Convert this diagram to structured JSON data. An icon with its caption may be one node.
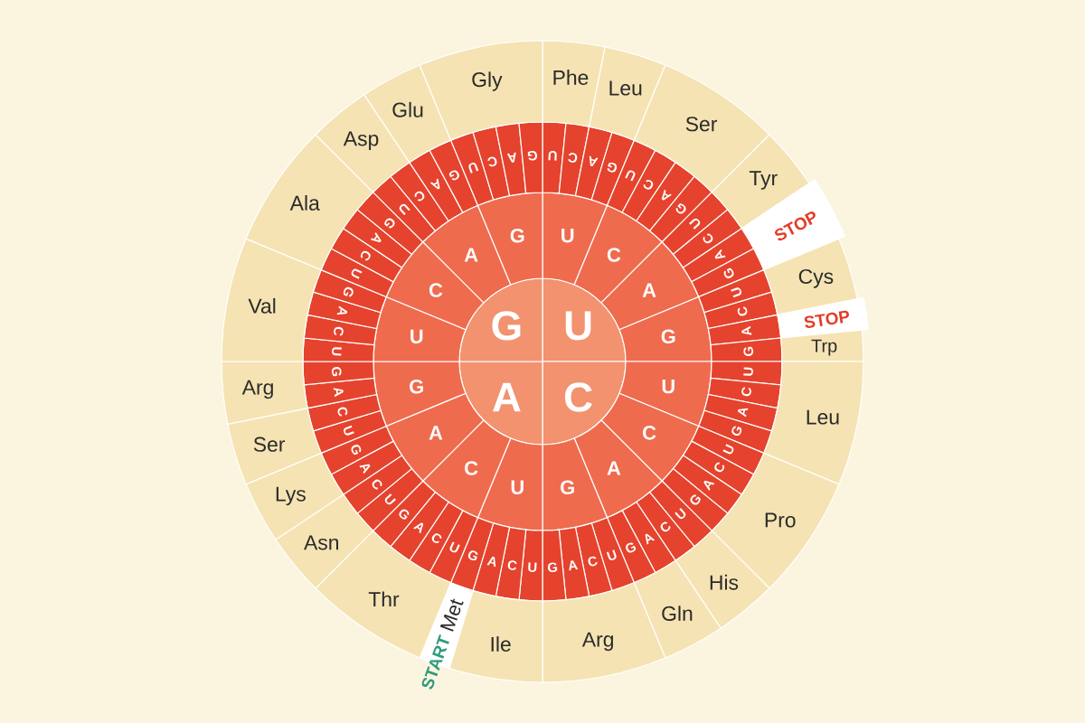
{
  "diagram": {
    "nodes": [
      {
        "text": [
          "U"
        ]
      },
      {
        "text": [
          "C"
        ]
      },
      {
        "text": [
          "A"
        ]
      },
      {
        "text": [
          "G"
        ]
      },
      {
        "text": [
          "U"
        ]
      },
      {
        "text": [
          "C"
        ]
      },
      {
        "text": [
          "A"
        ]
      },
      {
        "text": [
          "G"
        ]
      },
      {
        "text": [
          "U"
        ]
      },
      {
        "text": [
          "C"
        ]
      },
      {
        "text": [
          "A"
        ]
      },
      {
        "text": [
          "G"
        ]
      },
      {
        "text": [
          "U"
        ]
      },
      {
        "text": [
          "C"
        ]
      },
      {
        "text": [
          "A"
        ]
      },
      {
        "text": [
          "G"
        ]
      },
      {
        "text": [
          "U"
        ]
      },
      {
        "text": [
          "C"
        ]
      },
      {
        "text": [
          "A"
        ]
      },
      {
        "text": [
          "G"
        ]
      },
      {
        "text": [
          "U"
        ]
      },
      {
        "text": [
          "C"
        ]
      },
      {
        "text": [
          "A"
        ]
      },
      {
        "text": [
          "G"
        ]
      },
      {
        "text": [
          "U"
        ]
      },
      {
        "text": [
          "C"
        ]
      },
      {
        "text": [
          "A"
        ]
      },
      {
        "text": [
          "G"
        ]
      },
      {
        "text": [
          "U"
        ]
      },
      {
        "text": [
          "C"
        ]
      },
      {
        "text": [
          "A"
        ]
      },
      {
        "text": [
          "G"
        ]
      },
      {
        "text": [
          "U"
        ]
      },
      {
        "text": [
          "C"
        ]
      },
      {
        "text": [
          "A"
        ]
      },
      {
        "text": [
          "G"
        ]
      },
      {
        "text": [
          "U"
        ]
      },
      {
        "text": [
          "C"
        ]
      },
      {
        "text": [
          "A"
        ]
      },
      {
        "text": [
          "G"
        ]
      },
      {
        "text": [
          "U"
        ]
      },
      {
        "text": [
          "C"
        ]
      },
      {
        "text": [
          "A"
        ]
      },
      {
        "text": [
          "G"
        ]
      },
      {
        "text": [
          "U"
        ]
      },
      {
        "text": [
          "C"
        ]
      },
      {
        "text": [
          "A"
        ]
      },
      {
        "text": [
          "G"
        ]
      },
      {
        "text": [
          "U"
        ]
      },
      {
        "text": [
          "C"
        ]
      },
      {
        "text": [
          "A"
        ]
      },
      {
        "text": [
          "G"
        ]
      },
      {
        "text": [
          "U"
        ]
      },
      {
        "text": [
          "C"
        ]
      },
      {
        "text": [
          "A"
        ]
      },
      {
        "text": [
          "G"
        ]
      },
      {
        "text": [
          "U"
        ]
      },
      {
        "text": [
          "C"
        ]
      },
      {
        "text": [
          "A"
        ]
      },
      {
        "text": [
          "G"
        ]
      },
      {
        "text": [
          "U"
        ]
      },
      {
        "text": [
          "C"
        ]
      },
      {
        "text": [
          "A"
        ]
      },
      {
        "text": [
          "G"
        ]
      },
      {
        "text": [
          "U"
        ]
      },
      {
        "text": [
          "C"
        ]
      },
      {
        "text": [
          "A"
        ]
      },
      {
        "text": [
          "G"
        ]
      },
      {
        "text": [
          "U"
        ]
      },
      {
        "text": [
          "C"
        ]
      },
      {
        "text": [
          "A"
        ]
      },
      {
        "text": [
          "G"
        ]
      },
      {
        "text": [
          "U"
        ]
      },
      {
        "text": [
          "C"
        ]
      },
      {
        "text": [
          "A"
        ]
      },
      {
        "text": [
          "G"
        ]
      },
      {
        "text": [
          "U"
        ]
      },
      {
        "text": [
          "C"
        ]
      },
      {
        "text": [
          "A"
        ]
      },
      {
        "text": [
          "G"
        ]
      },
      {
        "text": [
          "U"
        ]
      },
      {
        "text": [
          "C"
        ]
      },
      {
        "text": [
          "A"
        ]
      },
      {
        "text": [
          "G"
        ]
      },
      {
        "text": [
          "Phe"
        ]
      },
      {
        "text": [
          "Leu"
        ]
      },
      {
        "text": [
          "Ser"
        ]
      },
      {
        "text": [
          "Tyr"
        ]
      },
      {
        "text": [
          "STOP"
        ]
      },
      {
        "text": [
          "Cys"
        ]
      },
      {
        "text": [
          "STOP"
        ]
      },
      {
        "text": [
          "Trp"
        ]
      },
      {
        "text": [
          "Leu"
        ]
      },
      {
        "text": [
          "Pro"
        ]
      },
      {
        "text": [
          "His"
        ]
      },
      {
        "text": [
          "Gln"
        ]
      },
      {
        "text": [
          "Arg"
        ]
      },
      {
        "text": [
          "Ile"
        ]
      },
      {
        "text": [
          "START",
          "Met"
        ]
      },
      {
        "text": [
          "Thr"
        ]
      },
      {
        "text": [
          "Asn"
        ]
      },
      {
        "text": [
          "Lys"
        ]
      },
      {
        "text": [
          "Ser"
        ]
      },
      {
        "text": [
          "Arg"
        ]
      },
      {
        "text": [
          "Val"
        ]
      },
      {
        "text": [
          "Ala"
        ]
      },
      {
        "text": [
          "Asp"
        ]
      },
      {
        "text": [
          "Glu"
        ]
      },
      {
        "text": [
          "Gly"
        ]
      }
    ]
  }
}
